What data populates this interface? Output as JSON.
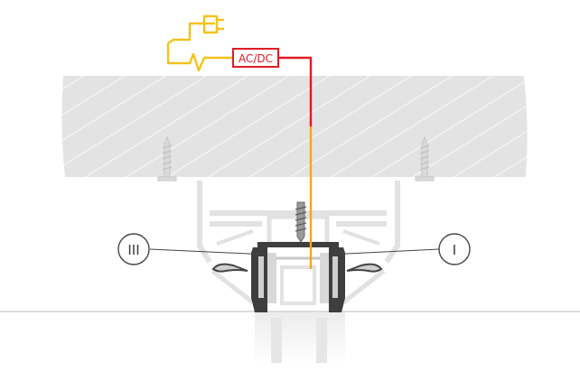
{
  "converter": {
    "label": "AC/DC"
  },
  "callouts": [
    {
      "id": "left",
      "label": "III"
    },
    {
      "id": "right",
      "label": "I"
    }
  ],
  "colors": {
    "plug_wire": "#f3c21b",
    "dc_wire": "#e01b24",
    "supply_wire": "#f0a81e",
    "ceiling_fill": "#e3e3e3",
    "hatch": "#ffffff",
    "profile_ghost": "#e4e4e4",
    "track_dark": "#3e3e3e",
    "track_light": "#d6d6d6",
    "callout_stroke": "#444444"
  },
  "icons": [
    "plug-icon",
    "screw-icon"
  ]
}
